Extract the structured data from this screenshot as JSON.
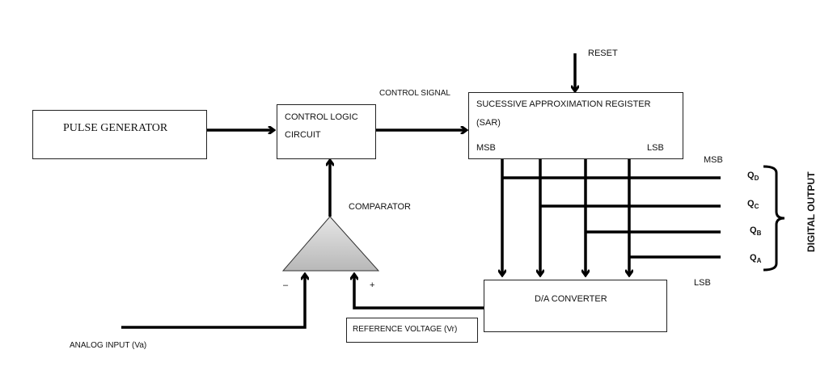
{
  "blocks": {
    "pulse_generator": "PULSE GENERATOR",
    "control_logic_line1": "CONTROL LOGIC",
    "control_logic_line2": "CIRCUIT",
    "sar_line1": "SUCESSIVE APPROXIMATION REGISTER",
    "sar_line2": "(SAR)",
    "sar_msb": "MSB",
    "sar_lsb": "LSB",
    "dac": "D/A CONVERTER",
    "reference_voltage": "REFERENCE  VOLTAGE (Vr)"
  },
  "labels": {
    "reset": "RESET",
    "control_signal": "CONTROL  SIGNAL",
    "comparator": "COMPARATOR",
    "minus": "–",
    "plus": "+",
    "analog_input": "ANALOG INPUT (Va)",
    "msb": "MSB",
    "lsb": "LSB",
    "digital_output": "DIGITAL OUTPUT"
  },
  "outputs": [
    {
      "q": "Q",
      "sub": "D"
    },
    {
      "q": "Q",
      "sub": "C"
    },
    {
      "q": "Q",
      "sub": "B"
    },
    {
      "q": "Q",
      "sub": "A"
    }
  ]
}
